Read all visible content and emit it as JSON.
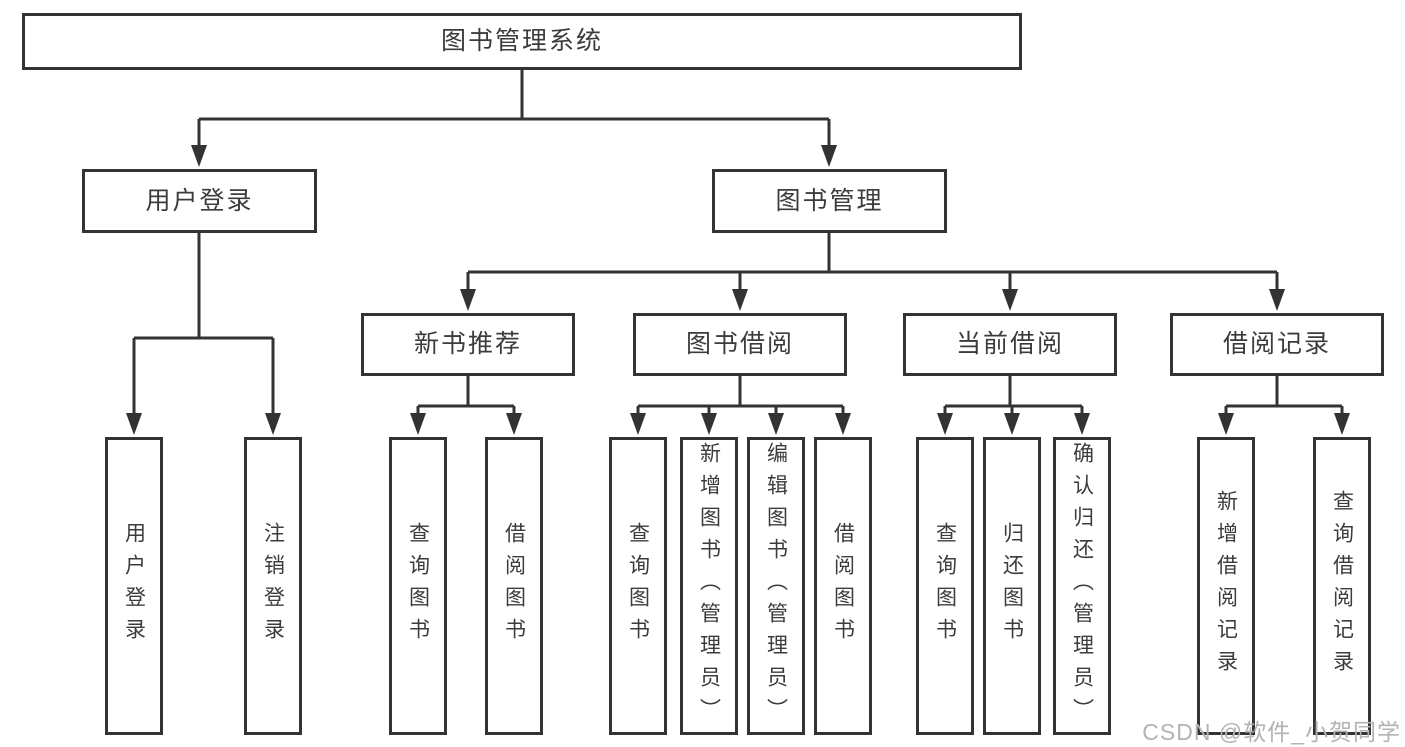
{
  "diagram": {
    "root": "图书管理系统",
    "level2": [
      "用户登录",
      "图书管理"
    ],
    "level3": [
      "新书推荐",
      "图书借阅",
      "当前借阅",
      "借阅记录"
    ],
    "leaves": {
      "user": [
        "用户登录",
        "注销登录"
      ],
      "newbook": [
        "查询图书",
        "借阅图书"
      ],
      "borrow": [
        "查询图书",
        "新增图书（管理员）",
        "编辑图书（管理员）",
        "借阅图书"
      ],
      "current": [
        "查询图书",
        "归还图书",
        "确认归还（管理员）"
      ],
      "record": [
        "新增借阅记录",
        "查询借阅记录"
      ]
    }
  },
  "watermark": "CSDN @软件_小贺同学",
  "colors": {
    "line": "#333333",
    "text": "#3c3c3c",
    "box_background": "#ffffff",
    "page_background": "#ffffff",
    "watermark": "#b3b3b3"
  }
}
